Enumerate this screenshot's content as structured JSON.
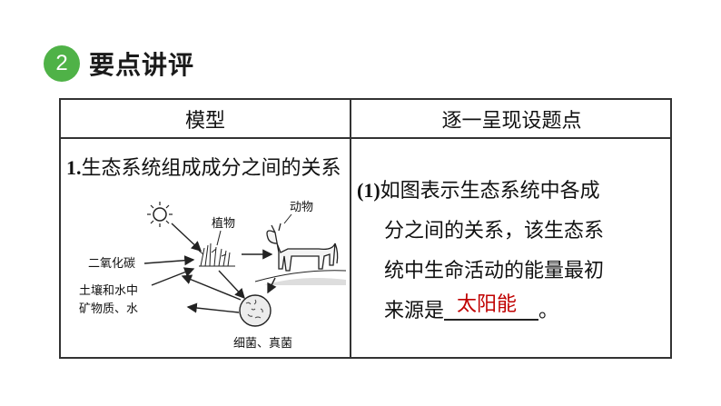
{
  "header": {
    "badge": "2",
    "title": "要点讲评"
  },
  "table": {
    "col_left": "模型",
    "col_right": "逐一呈现设题点",
    "item1": {
      "num": "1.",
      "text": "生态系统组成成分之间的关系"
    },
    "diagram_labels": {
      "plant": "植物",
      "animal": "动物",
      "co2": "二氧化碳",
      "soil_line1": "土壤和水中",
      "soil_line2": "矿物质、水",
      "bacteria": "细菌、真菌"
    },
    "question": {
      "num": "(1)",
      "line1": "如图表示生态系统中各成",
      "line2": "分之间的关系，该生态系",
      "line3": "统中生命活动的能量最初",
      "line4_prefix": "来源是",
      "answer": "太阳能",
      "line4_suffix": "。"
    }
  }
}
